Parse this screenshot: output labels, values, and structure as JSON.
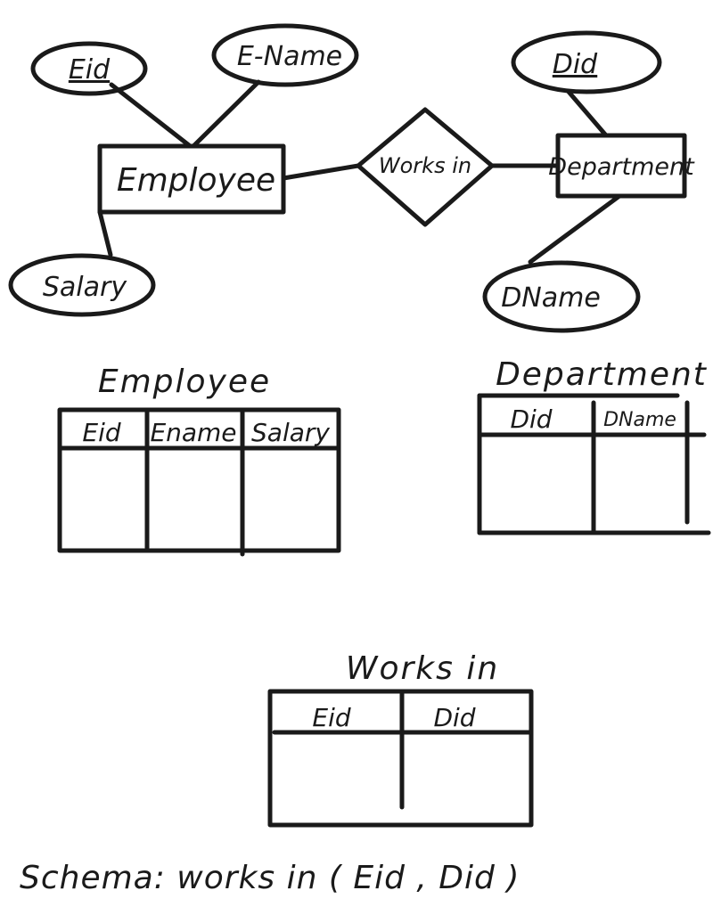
{
  "er_diagram": {
    "entities": {
      "employee": "Employee",
      "department": "Department"
    },
    "relationship": "Works in",
    "attributes": {
      "eid": "Eid",
      "ename": "E-Name",
      "salary": "Salary",
      "did": "Did",
      "dname": "DName"
    }
  },
  "tables": {
    "employee": {
      "title": "Employee",
      "columns": [
        "Eid",
        "Ename",
        "Salary"
      ]
    },
    "department": {
      "title": "Department",
      "columns": [
        "Did",
        "DName"
      ]
    },
    "works_in": {
      "title": "Works in",
      "columns": [
        "Eid",
        "Did"
      ]
    }
  },
  "schema": "Schema: works in ( Eid , Did )"
}
